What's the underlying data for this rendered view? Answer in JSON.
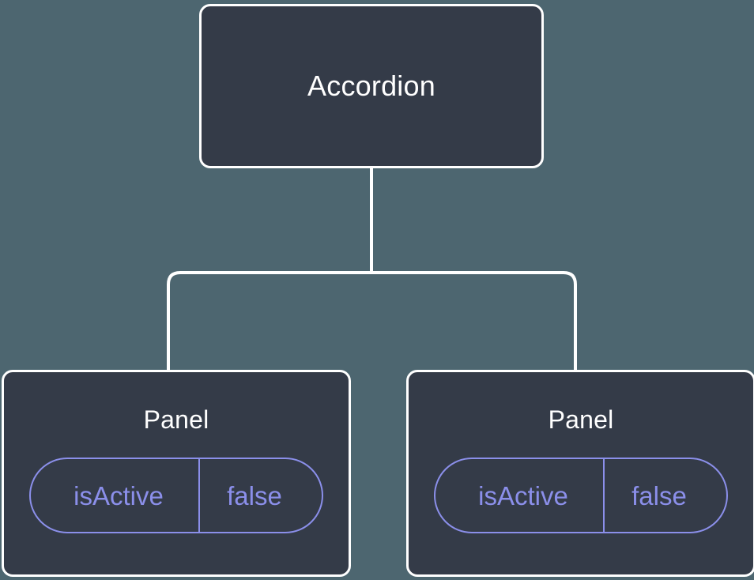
{
  "theme": {
    "canvas_background": "#4d6670",
    "node_fill": "#343b48",
    "node_border": "#ffffff",
    "node_title_color": "#ffffff",
    "connector_color": "#ffffff",
    "badge_accent": "#8b8fea"
  },
  "tree": {
    "root": {
      "title": "Accordion",
      "props": []
    },
    "children": [
      {
        "title": "Panel",
        "props": [
          {
            "key": "isActive",
            "value": "false"
          }
        ]
      },
      {
        "title": "Panel",
        "props": [
          {
            "key": "isActive",
            "value": "false"
          }
        ]
      }
    ]
  }
}
